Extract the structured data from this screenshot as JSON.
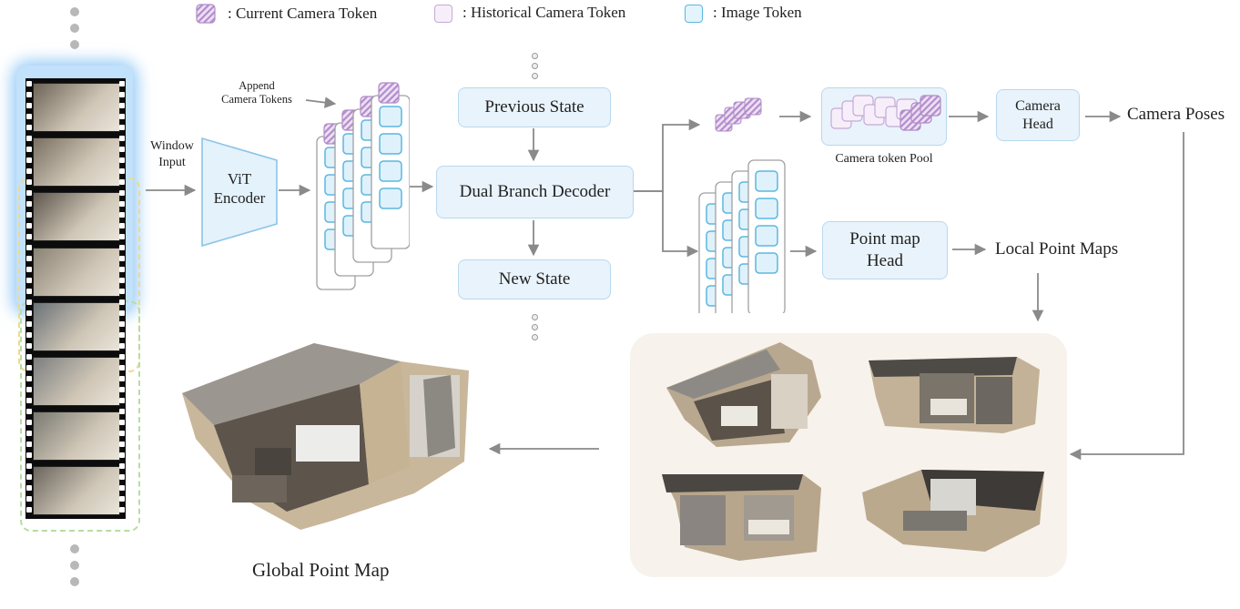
{
  "legend": {
    "current_camera": ": Current Camera Token",
    "historical_camera": ": Historical Camera Token",
    "image": ": Image Token"
  },
  "labels": {
    "window_input_line1": "Window",
    "window_input_line2": "Input",
    "vit_line1": "ViT",
    "vit_line2": "Encoder",
    "append_line1": "Append",
    "append_line2": "Camera Tokens",
    "previous_state": "Previous State",
    "dual_branch_decoder": "Dual Branch Decoder",
    "new_state": "New State",
    "camera_token_pool": "Camera token Pool",
    "camera_head_line1": "Camera",
    "camera_head_line2": "Head",
    "camera_poses": "Camera Poses",
    "point_map_head_line1": "Point map",
    "point_map_head_line2": "Head",
    "local_point_maps": "Local Point Maps",
    "global_point_map": "Global Point Map"
  },
  "colors": {
    "camera_token": "#c7a6d9",
    "image_token_fill": "#dff1fb",
    "image_token_border": "#5bb7e0",
    "module_fill": "#e9f3fb",
    "arrow": "#8a8a8a",
    "window_glow": "#4fa8f0"
  }
}
